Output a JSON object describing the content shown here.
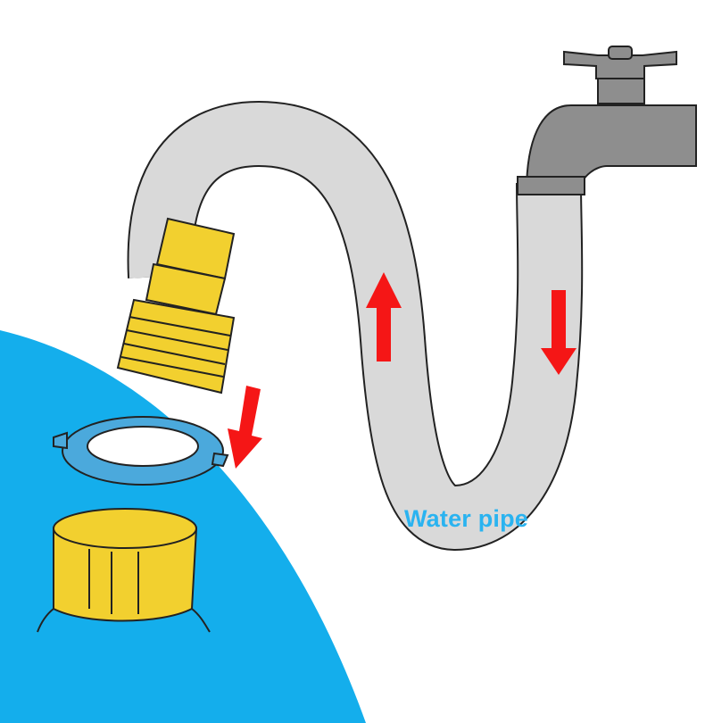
{
  "labels": {
    "water_pipe": "Water pipe"
  },
  "colors": {
    "tank_blue": "#14AEEC",
    "pipe_gray": "#D9D9D9",
    "faucet_gray": "#8E8E8E",
    "fitting_yellow": "#F2D02F",
    "washer_blue": "#4BA9DC",
    "arrow_red": "#F51616",
    "label_blue": "#2AB3F0",
    "outline": "#222222"
  },
  "icons": {
    "faucet": "faucet-icon",
    "connector": "quick-connector-icon",
    "washer": "washer-ring-icon",
    "cap": "tank-cap-icon",
    "flow_arrow": "arrow-icon"
  },
  "arrows": [
    {
      "name": "flow-arrow-up",
      "direction": "up"
    },
    {
      "name": "flow-arrow-down",
      "direction": "down"
    },
    {
      "name": "install-arrow-down",
      "direction": "down"
    }
  ]
}
